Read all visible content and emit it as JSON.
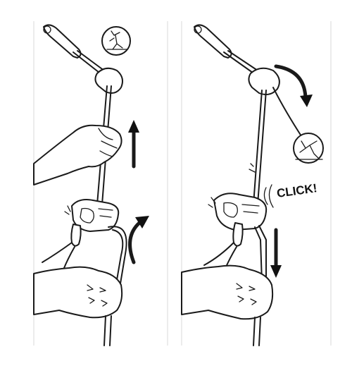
{
  "sound_label": "CLICK!",
  "colors": {
    "ink": "#1a1a1a",
    "background": "#ffffff"
  },
  "panels": [
    {
      "id": "left",
      "arrows": [
        "arrow-up-icon",
        "arrow-curved-icon"
      ]
    },
    {
      "id": "right",
      "arrows": [
        "arrow-curved-icon",
        "arrow-down-icon"
      ]
    }
  ]
}
